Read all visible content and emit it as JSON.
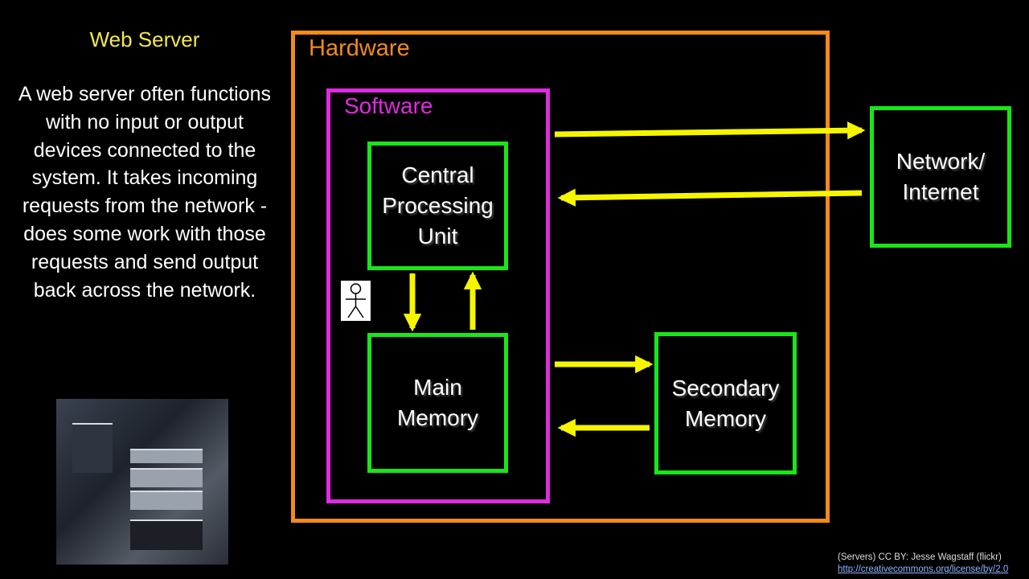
{
  "sidebar": {
    "title": "Web Server",
    "description": "A web server often functions with no input or output devices connected to the system.  It takes incoming requests from the network - does some work with those requests and send output back across the network."
  },
  "diagram": {
    "hardware_label": "Hardware",
    "software_label": "Software",
    "cpu_label": "Central\nProcessing\nUnit",
    "main_memory_label": "Main\nMemory",
    "secondary_memory_label": "Secondary\nMemory",
    "network_label": "Network/\nInternet",
    "colors": {
      "hardware": "#f28a1c",
      "software": "#e02ae0",
      "component": "#19e619",
      "arrow": "#f5f500",
      "title": "#f4e94a"
    },
    "icons": [
      "stick-figure-icon"
    ]
  },
  "credit": {
    "text": "(Servers) CC BY: Jesse Wagstaff (flickr)",
    "link": "http://creativecommons.org/license/by/2.0"
  }
}
